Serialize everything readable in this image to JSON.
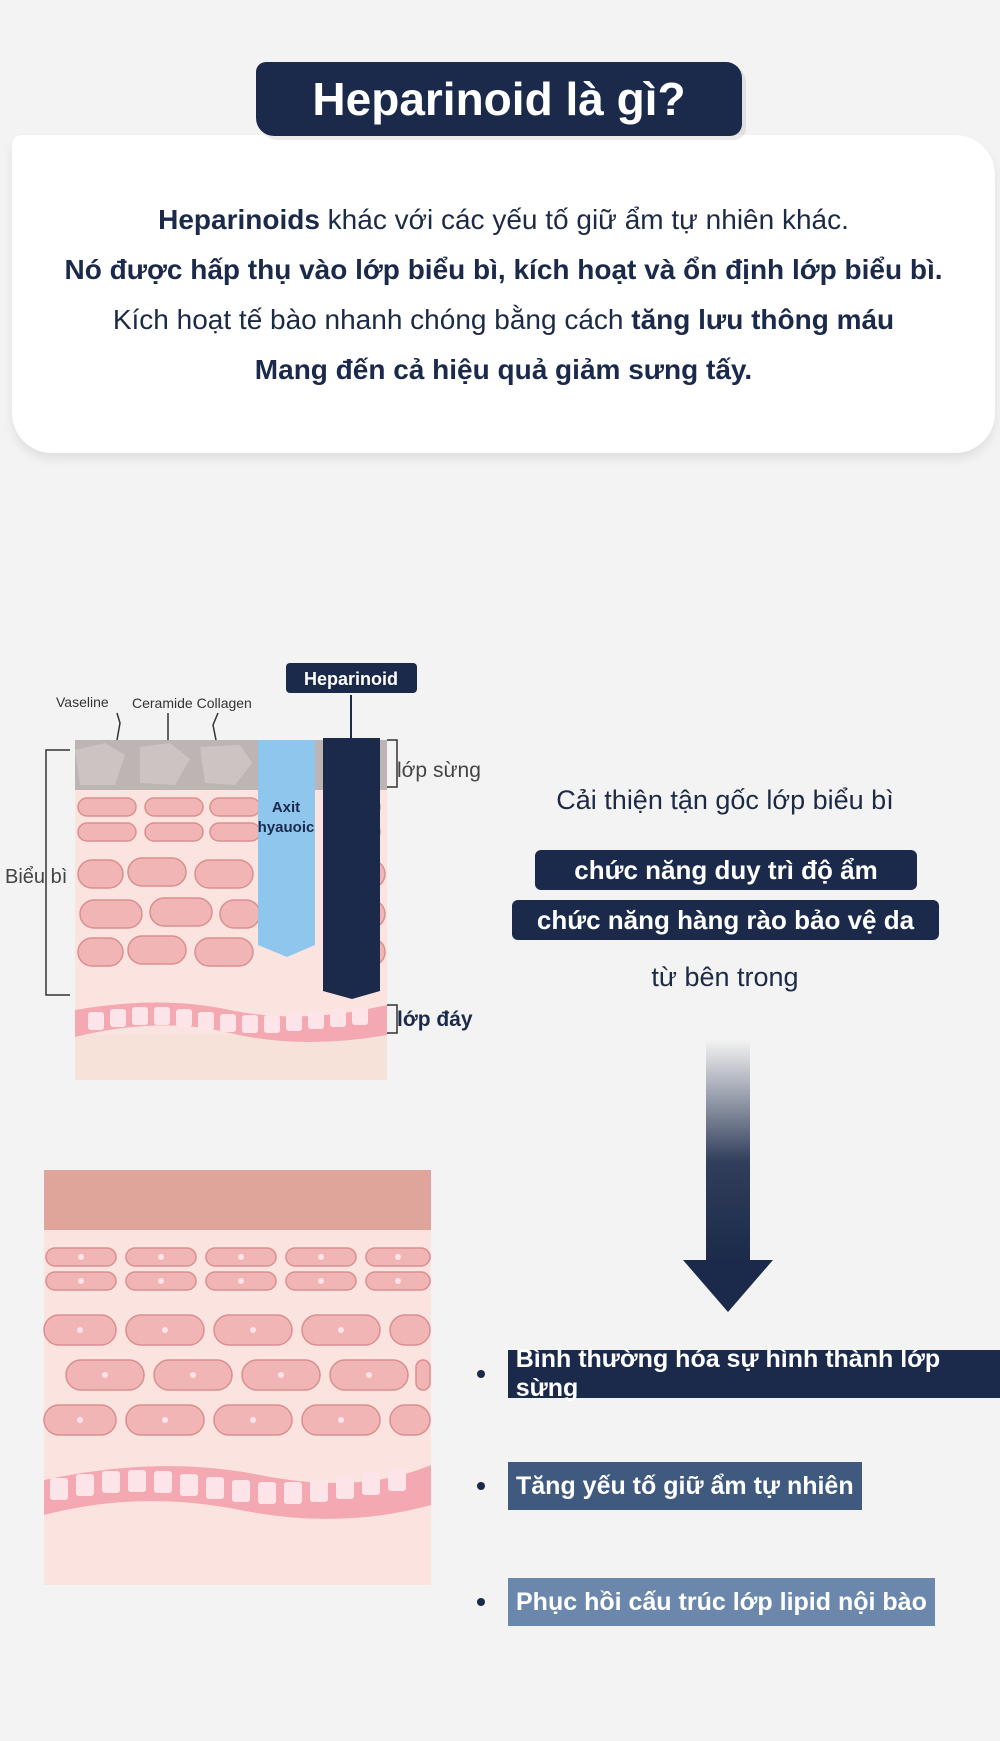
{
  "title": "Heparinoid là gì?",
  "intro": {
    "line1_bold": "Heparinoids",
    "line1_rest": " khác với các yếu tố giữ ẩm tự nhiên khác.",
    "line2": "Nó được hấp thụ vào lớp biểu bì, kích hoạt và ổn định lớp biểu bì.",
    "line3_start": "Kích hoạt tế bào nhanh chóng bằng cách ",
    "line3_bold": "tăng lưu thông máu",
    "line4": "Mang đến cả hiệu quả giảm sưng tấy."
  },
  "diagram": {
    "labels": {
      "vaseline": "Vaseline",
      "ceramide_collagen": "Ceramide Collagen",
      "heparinoid": "Heparinoid",
      "stratum_corneum": "lớp sừng",
      "epidermis": "Biểu bì",
      "hyaluronic_line1": "Axit",
      "hyaluronic_line2": "hyauoic",
      "basal_layer": "lớp đáy"
    },
    "colors": {
      "navy": "#1b2a4a",
      "blue": "#8fc6ee",
      "pink_cell": "#f2b5b5",
      "pink_bg": "#fbe3e0",
      "grey_layer": "#bdb5b3",
      "top_band": "#e0a59a",
      "sparkle": "#f2e24a"
    }
  },
  "improve": {
    "heading": "Cải thiện tận gốc lớp biểu bì",
    "pill1": "chức năng duy trì độ ẩm",
    "pill2": "chức năng hàng rào bảo vệ da",
    "footer": "từ bên trong"
  },
  "benefits": [
    {
      "label": "Bình thường hóa sự hình thành lớp sừng",
      "color": "#1b2a4a"
    },
    {
      "label": "Tăng yếu tố giữ ẩm tự nhiên",
      "color": "#3f5a7e"
    },
    {
      "label": "Phục hồi cấu trúc lớp lipid nội bào",
      "color": "#6b88ac"
    }
  ]
}
